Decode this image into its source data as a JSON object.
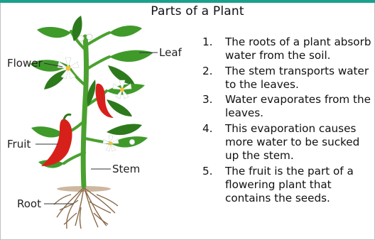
{
  "title": "Parts of a Plant",
  "labels": {
    "flower": "Flower",
    "leaf": "Leaf",
    "fruit": "Fruit",
    "stem": "Stem",
    "root": "Root"
  },
  "steps": [
    {
      "num": "1.",
      "text": "The roots of a plant absorb water from the soil."
    },
    {
      "num": "2.",
      "text": "The stem transports water to the leaves."
    },
    {
      "num": "3.",
      "text": "Water evaporates from the leaves."
    },
    {
      "num": "4.",
      "text": "This evaporation causes more water to be sucked up the stem."
    },
    {
      "num": "5.",
      "text": "The fruit is the part of a flowering plant that contains the seeds."
    }
  ],
  "colors": {
    "accent": "#1aa18e",
    "leaf": "#3f9a2a",
    "leaf_dark": "#2d7a1c",
    "stem": "#4aa12f",
    "fruit": "#d8201a",
    "root": "#8a6a4a",
    "soil": "#a67c52"
  }
}
